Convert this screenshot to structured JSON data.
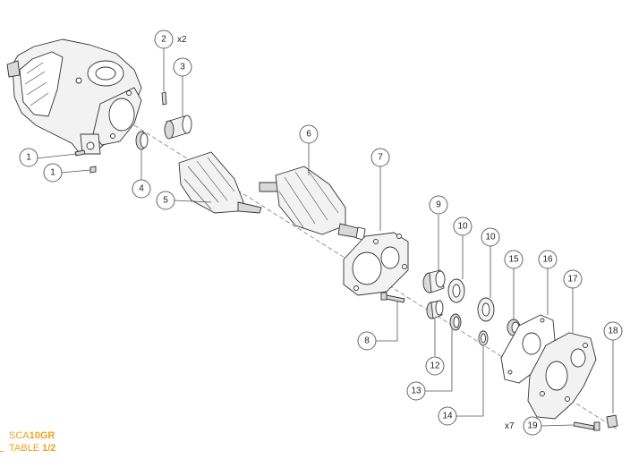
{
  "callouts": [
    {
      "num": "1"
    },
    {
      "num": "1"
    },
    {
      "num": "2"
    },
    {
      "num": "3"
    },
    {
      "num": "4"
    },
    {
      "num": "5"
    },
    {
      "num": "6"
    },
    {
      "num": "7"
    },
    {
      "num": "8"
    },
    {
      "num": "9"
    },
    {
      "num": "10"
    },
    {
      "num": "10"
    },
    {
      "num": "12"
    },
    {
      "num": "13"
    },
    {
      "num": "14"
    },
    {
      "num": "15"
    },
    {
      "num": "16"
    },
    {
      "num": "17"
    },
    {
      "num": "18"
    },
    {
      "num": "19"
    }
  ],
  "quantities": {
    "part2": "x2",
    "part19": "x7"
  },
  "footer": {
    "model_prefix": "SCA",
    "model_bold": "10GR",
    "table_prefix": "TABLE ",
    "table_bold": "1/2"
  },
  "colors": {
    "accent": "#f0a020",
    "line": "#333333"
  }
}
